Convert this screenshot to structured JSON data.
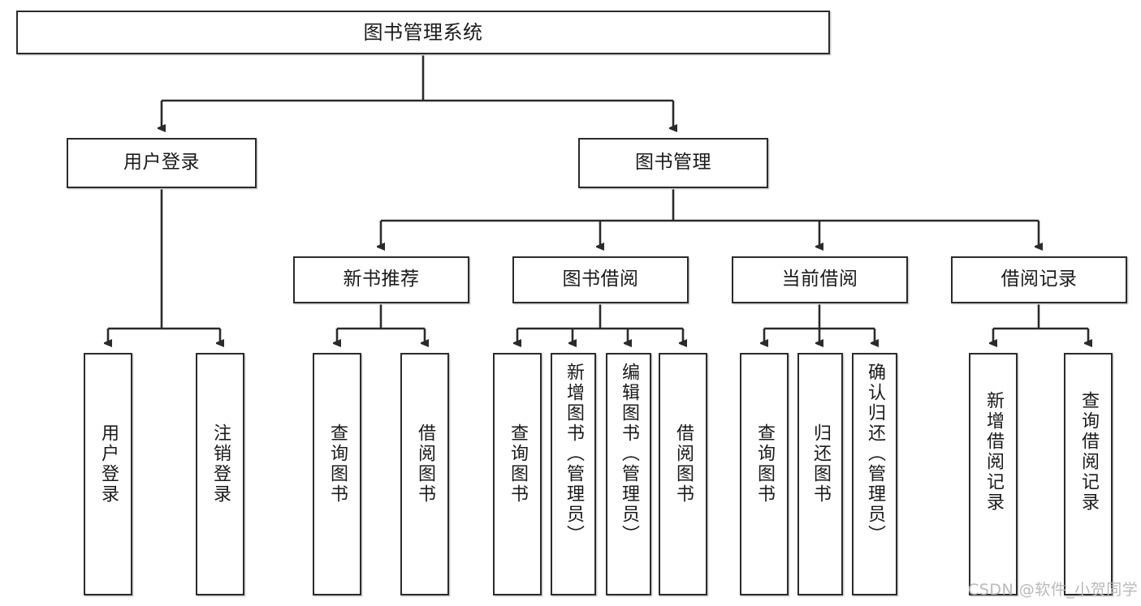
{
  "diagram": {
    "title": "图书管理系统",
    "type": "tree",
    "watermark": "CSDN @软件_小贺同学",
    "stroke_color": "#2b2b2b",
    "fill_color": "#ffffff",
    "text_color": "#1a1a1a",
    "watermark_color": "#b9b9b9",
    "nodes": {
      "root": {
        "label": "图书管理系统"
      },
      "level2": [
        {
          "label": "用户登录"
        },
        {
          "label": "图书管理"
        }
      ],
      "level3": [
        {
          "label": "新书推荐"
        },
        {
          "label": "图书借阅"
        },
        {
          "label": "当前借阅"
        },
        {
          "label": "借阅记录"
        }
      ],
      "leaves": {
        "user_login": [
          {
            "label": "用户登录"
          },
          {
            "label": "注销登录"
          }
        ],
        "new_book_recommend": [
          {
            "label": "查询图书"
          },
          {
            "label": "借阅图书"
          }
        ],
        "book_borrow": [
          {
            "label": "查询图书"
          },
          {
            "label": "新增图书（管理员）"
          },
          {
            "label": "编辑图书（管理员）"
          },
          {
            "label": "借阅图书"
          }
        ],
        "current_borrow": [
          {
            "label": "查询图书"
          },
          {
            "label": "归还图书"
          },
          {
            "label": "确认归还（管理员）"
          }
        ],
        "borrow_record": [
          {
            "label": "新增借阅记录"
          },
          {
            "label": "查询借阅记录"
          }
        ]
      }
    }
  }
}
